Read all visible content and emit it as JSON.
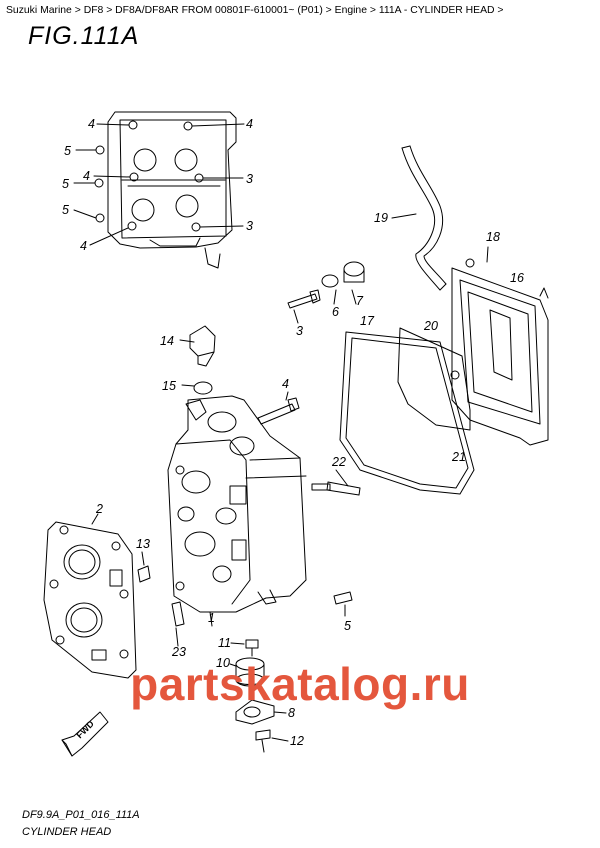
{
  "breadcrumb": {
    "items": [
      "Suzuki Marine",
      "DF8",
      "DF8A/DF8AR FROM 00801F-610001~ (P01)",
      "Engine",
      "111A - CYLINDER HEAD"
    ],
    "separator": " > "
  },
  "figure_title": "FIG.111A",
  "callouts": [
    "1",
    "2",
    "3",
    "3",
    "3",
    "4",
    "4",
    "4",
    "4",
    "4",
    "5",
    "5",
    "5",
    "5",
    "6",
    "7",
    "8",
    "10",
    "11",
    "12",
    "13",
    "14",
    "15",
    "16",
    "17",
    "18",
    "19",
    "20",
    "21",
    "22",
    "23"
  ],
  "watermark": "partskatalog.ru",
  "fwd_label": "FWD",
  "footer": {
    "code": "DF9.9A_P01_016_111A",
    "caption": "CYLINDER HEAD"
  },
  "colors": {
    "line": "#000000",
    "watermark": "#e4573d",
    "background": "#ffffff"
  }
}
